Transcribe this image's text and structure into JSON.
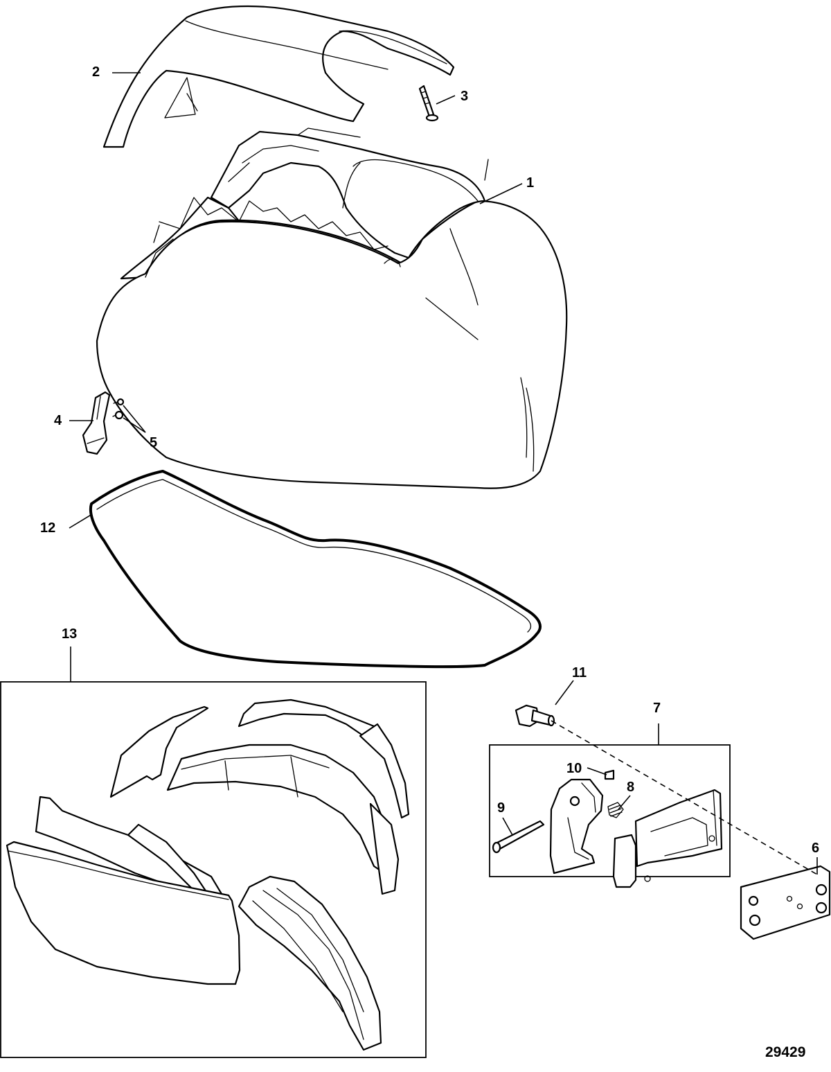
{
  "callouts": {
    "c1": "1",
    "c2": "2",
    "c3": "3",
    "c4": "4",
    "c5": "5",
    "c6": "6",
    "c7": "7",
    "c8": "8",
    "c9": "9",
    "c10": "10",
    "c11": "11",
    "c12": "12",
    "c13": "13"
  },
  "figure_number": "29429",
  "colors": {
    "line": "#000000",
    "background": "#ffffff"
  }
}
